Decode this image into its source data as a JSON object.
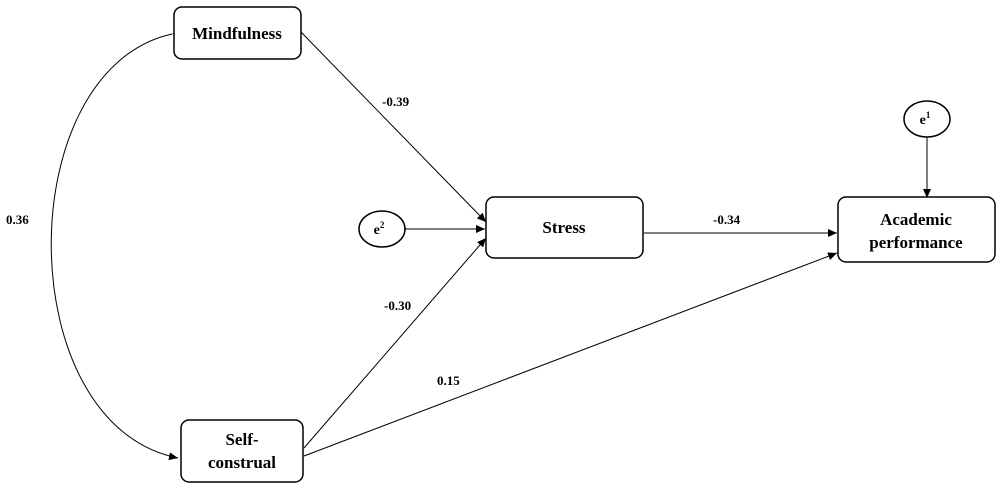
{
  "nodes": {
    "mindfulness": {
      "label": "Mindfulness"
    },
    "stress": {
      "label": "Stress"
    },
    "self_construal": {
      "line1": "Self-",
      "line2": "construal"
    },
    "academic_performance": {
      "line1": "Academic",
      "line2": "performance"
    }
  },
  "errors": {
    "e1": {
      "base": "e",
      "sup": "1"
    },
    "e2": {
      "base": "e",
      "sup": "2"
    }
  },
  "paths": {
    "mindfulness_to_stress": "-0.39",
    "self_construal_to_stress": "-0.30",
    "stress_to_academic": "-0.34",
    "self_construal_to_academic": "0.15",
    "mindfulness_self_construal_covariance": "0.36"
  }
}
